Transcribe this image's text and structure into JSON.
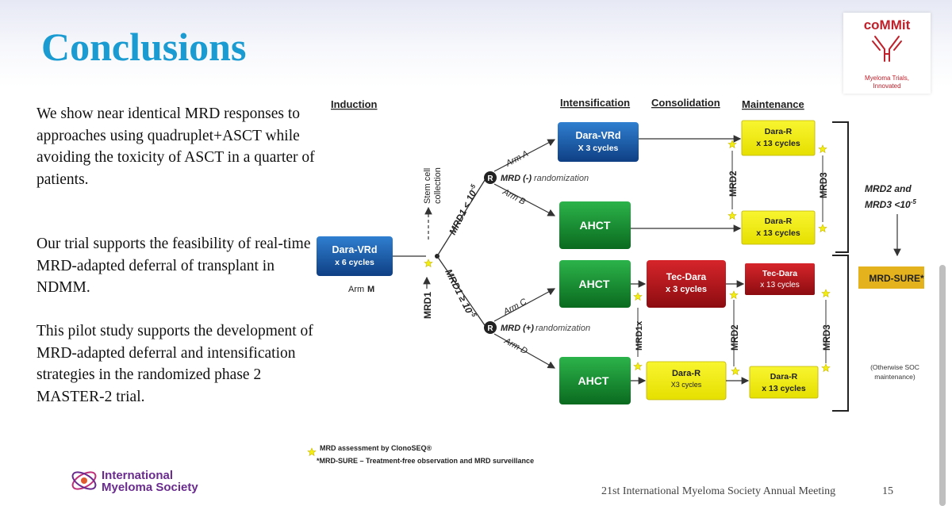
{
  "title": "Conclusions",
  "paragraphs": [
    "We show near identical MRD responses to approaches using quadruplet+ASCT while avoiding the toxicity of ASCT in a quarter of patients.",
    "Our trial supports the feasibility of real-time MRD-adapted deferral of transplant in NDMM.",
    "This pilot study supports the development of MRD-adapted deferral and intensification strategies in the randomized phase 2 MASTER-2 trial."
  ],
  "logo": {
    "name": "coMMit",
    "tagline_1": "Myeloma Trials,",
    "tagline_2": "Innovated"
  },
  "diagram": {
    "headers": {
      "induction": "Induction",
      "intensification": "Intensification",
      "consolidation": "Consolidation",
      "maintenance": "Maintenance"
    },
    "induction_box": {
      "line1": "Dara-VRd",
      "line2": "x 6 cycles"
    },
    "arm_m": "Arm",
    "arm_m_letter": "M",
    "stem_cell_1": "Stem cell",
    "stem_cell_2": "collection",
    "mrd1": "MRD1",
    "mrd1_low": "MRD1 < 10",
    "mrd1_high": "MRD1 ≥ 10",
    "exp": "-5",
    "arm_a": "Arm A",
    "arm_b": "Arm B",
    "arm_c": "Arm C",
    "arm_d": "Arm D",
    "r": "R",
    "mrd_neg_rand": "MRD (-)",
    "mrd_pos_rand": "MRD (+)",
    "randomization": "randomization",
    "dara_vrd_int": {
      "line1": "Dara-VRd",
      "line2": "X 3 cycles"
    },
    "ahct": "AHCT",
    "tec_dara": {
      "line1": "Tec-Dara",
      "line2": "x 3 cycles"
    },
    "dara_r_cons": {
      "line1": "Dara-R",
      "line2": "X3 cycles"
    },
    "maint_a": {
      "line1": "Dara-R",
      "line2": "x 13 cycles"
    },
    "maint_b": {
      "line1": "Dara-R",
      "line2": "x 13 cycles"
    },
    "maint_c": {
      "line1": "Tec-Dara",
      "line2": "x 13 cycles"
    },
    "maint_d": {
      "line1": "Dara-R",
      "line2": "x 13 cycles"
    },
    "mrd2": "MRD2",
    "mrd3": "MRD3",
    "mrd1x": "MRD1x",
    "mrd23_1": "MRD2 and",
    "mrd23_2": "MRD3 <10",
    "mrd_sure": "MRD-SURE*",
    "soc_1": "(Otherwise SOC",
    "soc_2": "maintenance)",
    "legend_star": "MRD assessment by ClonoSEQ®",
    "legend_note": "*MRD-SURE – Treatment-free observation and MRD surveillance"
  },
  "footer": {
    "society_1": "International",
    "society_2": "Myeloma Society",
    "meeting": "21st International Myeloma Society Annual Meeting",
    "page": "15"
  },
  "colors": {
    "title": "#1a9bd1",
    "blue_box": "#1f5fa8",
    "green_box": "#138a2c",
    "red_box": "#b8161c",
    "yellow_box": "#f2ee12",
    "mrd_sure": "#e3b21c",
    "commit_red": "#c0202a",
    "ims_purple": "#6a2b8f"
  },
  "icons": {
    "star": "star-icon",
    "randomization": "randomization-icon",
    "antibody": "antibody-icon"
  }
}
